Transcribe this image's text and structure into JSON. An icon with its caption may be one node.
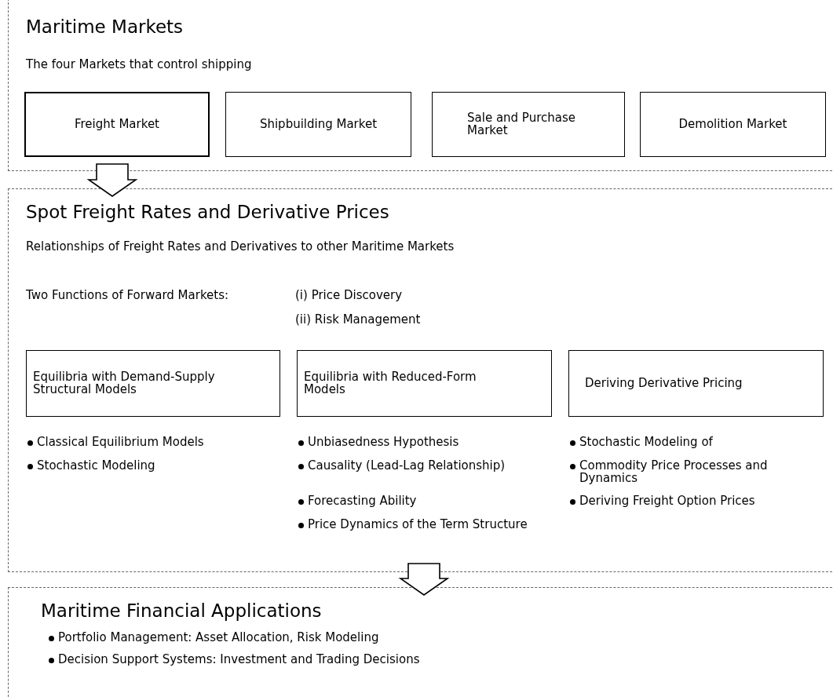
{
  "diagram": {
    "nodes": [
      {
        "text": [
          "Maritime Markets",
          "The four Markets that control shipping"
        ]
      },
      {
        "text": [
          "Freight Market"
        ],
        "in": 0
      },
      {
        "text": [
          "Shipbuilding Market"
        ],
        "in": 0
      },
      {
        "text": [
          "Sale and Purchase Market"
        ],
        "in": 0
      },
      {
        "text": [
          "Demolition Market"
        ],
        "in": 0
      },
      {
        "text": [
          "Spot Freight Rates and Derivative Prices",
          "Relationships of Freight Rates and Derivatives to other Maritime Markets"
        ]
      },
      {
        "text": [
          "Equilibria with Demand-Supply Structural Models"
        ],
        "in": 5,
        "beside": [
          "Classical Equilibrium Models",
          "Stochastic Modeling"
        ]
      },
      {
        "text": [
          "Equilibria with Reduced-Form Models"
        ],
        "in": 5,
        "beside": [
          "Unbiasedness Hypothesis",
          "Causality (Lead-Lag Relationship)",
          "Forecasting Ability",
          "Price Dynamics of the Term Structure"
        ]
      },
      {
        "text": [
          "Deriving Derivative Pricing"
        ],
        "in": 5,
        "beside": [
          "Stochastic Modeling of",
          "Commodity Price Processes and Dynamics",
          "Deriving Freight Option Prices"
        ]
      },
      {
        "text": [
          "Maritime Financial Applications",
          "Portfolio Management: Asset Allocation, Risk Modeling",
          "Decision Support Systems: Investment and Trading Decisions"
        ]
      }
    ],
    "edges": [
      {
        "from": 1,
        "to": 5,
        "arrow": "to"
      },
      {
        "from": 5,
        "to": 9,
        "arrow": "to"
      }
    ],
    "labels": [
      "Two Functions of Forward Markets:",
      "(i) Price Discovery",
      "(ii) Risk Management"
    ]
  }
}
